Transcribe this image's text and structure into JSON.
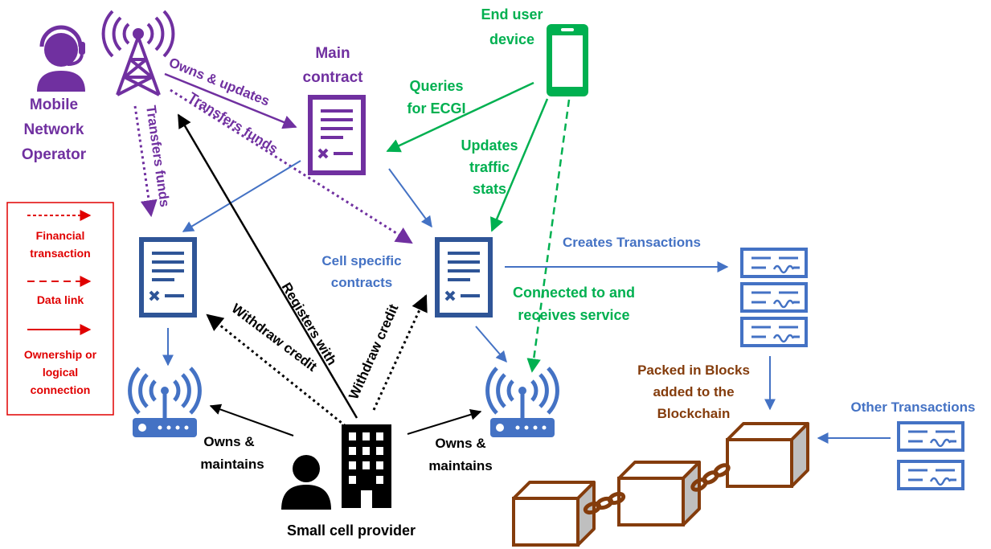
{
  "colors": {
    "purple": "#7030a0",
    "green": "#00b050",
    "blue": "#4472c4",
    "navy": "#2f5597",
    "red": "#e00000",
    "brown": "#843c0c",
    "black": "#000000"
  },
  "actors": {
    "mno_label": [
      "Mobile",
      "Network",
      "Operator"
    ],
    "end_user_label": [
      "End user",
      "device"
    ],
    "main_contract_label": [
      "Main",
      "contract"
    ],
    "cell_specific_label": [
      "Cell specific",
      "contracts"
    ],
    "small_cell_provider_label": "Small cell provider"
  },
  "edges": {
    "owns_updates": "Owns & updates",
    "transfers_funds_top": "Transfers funds",
    "transfers_funds_left": "Transfers funds",
    "queries": [
      "Queries",
      "for ECGI"
    ],
    "updates_traffic": [
      "Updates",
      "traffic",
      "stats"
    ],
    "registers_with": "Registers with",
    "withdraw_credit_left": "Withdraw credit",
    "withdraw_credit_right": "Withdraw credit",
    "connected": [
      "Connected to and",
      "receives service"
    ],
    "creates_transactions": "Creates Transactions",
    "owns_maintains_left": [
      "Owns &",
      "maintains"
    ],
    "owns_maintains_right": [
      "Owns &",
      "maintains"
    ],
    "packed_blocks": [
      "Packed in Blocks",
      "added to the",
      "Blockchain"
    ],
    "other_transactions": "Other Transactions"
  },
  "legend": {
    "financial": [
      "Financial",
      "transaction"
    ],
    "data_link": "Data link",
    "ownership": [
      "Ownership or",
      "logical",
      "connection"
    ]
  },
  "icons": {
    "mno": "operator-headset-icon",
    "tower": "cell-tower-icon",
    "phone": "smartphone-icon",
    "main_contract": "contract-document-icon",
    "cell_contract": "contract-document-icon",
    "router": "wireless-router-icon",
    "building": "office-building-icon",
    "person": "person-icon",
    "ledger": "transaction-record-icon",
    "block": "block-cube-icon",
    "chain": "chain-link-icon"
  }
}
